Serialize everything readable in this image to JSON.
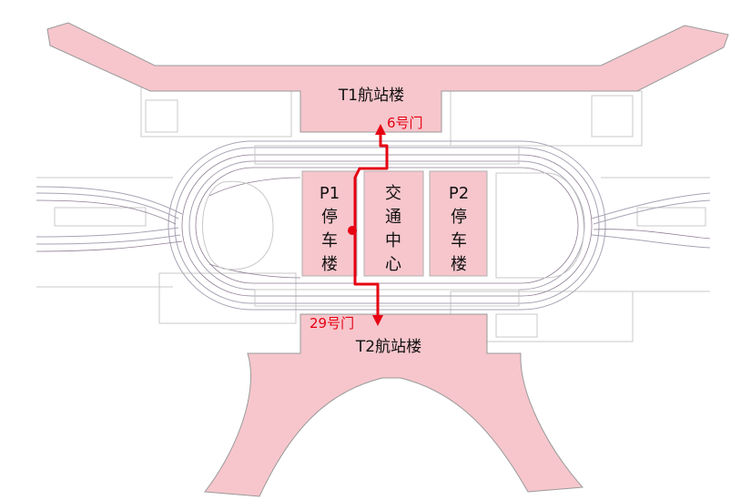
{
  "map": {
    "terminals": {
      "t1": "T1航站楼",
      "t2": "T2航站楼"
    },
    "parking": {
      "p1": {
        "code": "P1",
        "chars": [
          "停",
          "车",
          "楼"
        ]
      },
      "p2": {
        "code": "P2",
        "chars": [
          "停",
          "车",
          "楼"
        ]
      }
    },
    "transport_center": {
      "chars": [
        "交",
        "通",
        "中",
        "心"
      ]
    },
    "gates": {
      "top": "6号门",
      "bottom": "29号门"
    },
    "colors": {
      "building_fill": "#f6c6cc",
      "route": "#e60012"
    }
  }
}
